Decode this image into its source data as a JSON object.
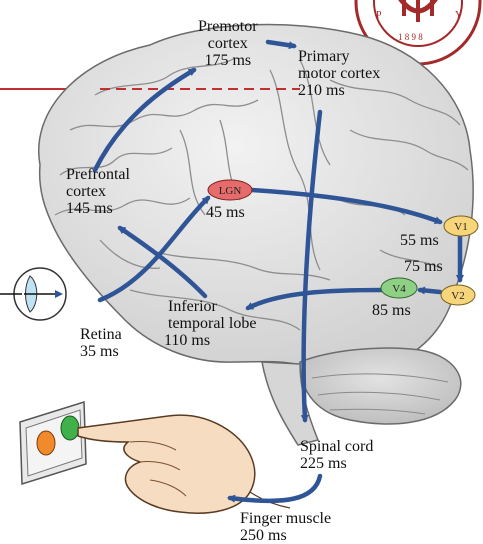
{
  "labels": {
    "premotor": {
      "line1": "Premotor",
      "line2": "cortex",
      "time": "175 ms"
    },
    "primary_motor": {
      "line1": "Primary",
      "line2": "motor cortex",
      "time": "210 ms"
    },
    "prefrontal": {
      "line1": "Prefrontal",
      "line2": "cortex",
      "time": "145 ms"
    },
    "lgn": {
      "name": "LGN",
      "time": "45 ms"
    },
    "v1": {
      "name": "V1",
      "time": "55 ms"
    },
    "v2": {
      "name": "V2",
      "time": "75 ms"
    },
    "v4": {
      "name": "V4",
      "time": "85 ms"
    },
    "inferior_temporal": {
      "line1": "Inferior",
      "line2": "temporal lobe",
      "time": "110 ms"
    },
    "retina": {
      "name": "Retina",
      "time": "35 ms"
    },
    "spinal_cord": {
      "name": "Spinal cord",
      "time": "225 ms"
    },
    "finger_muscle": {
      "name": "Finger muscle",
      "time": "250 ms"
    }
  },
  "seal": {
    "year": "1 8 9 8"
  },
  "colors": {
    "arrow": "#2f5597",
    "lgn_fill": "#e66b6b",
    "v1_fill": "#f7d57a",
    "v2_fill": "#f7d57a",
    "v4_fill": "#8fcf86",
    "seal": "#a32a2a",
    "brain": "#e4e4e4"
  }
}
